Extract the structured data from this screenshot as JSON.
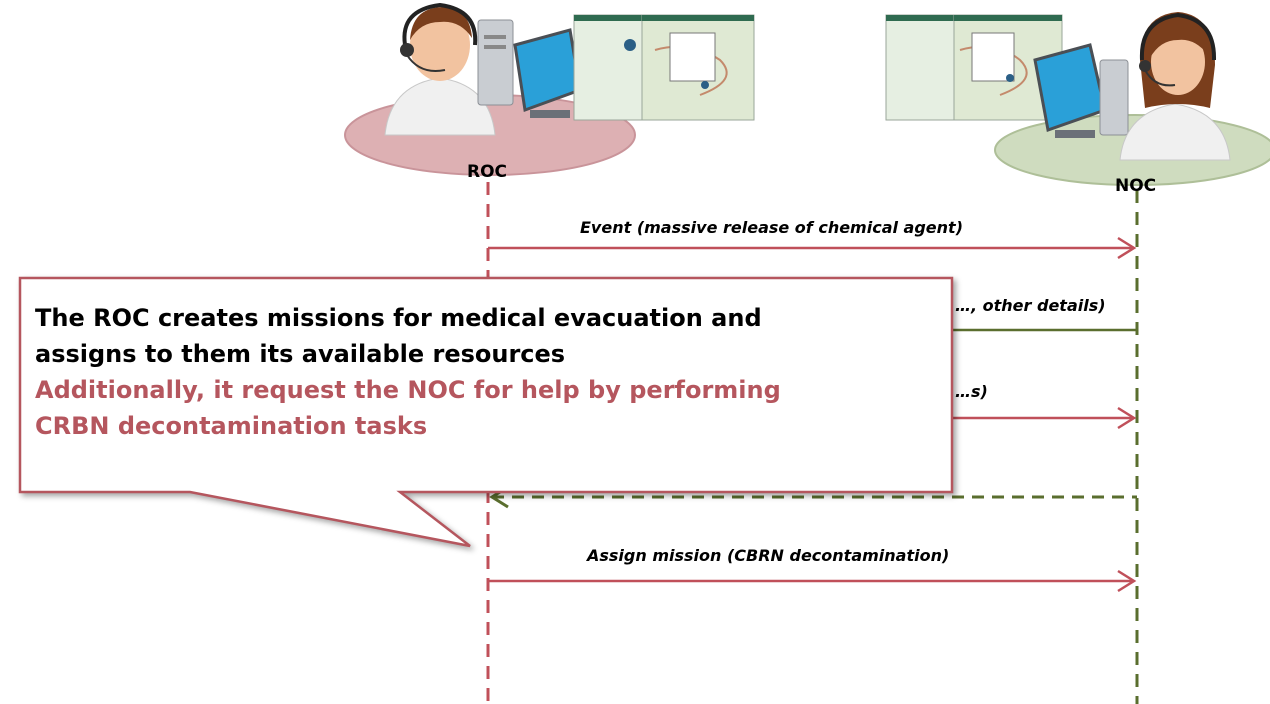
{
  "actors": {
    "roc": {
      "label": "ROC"
    },
    "noc": {
      "label": "NOC"
    }
  },
  "messages": [
    {
      "label": "Event (massive release of chemical agent)",
      "from": "ROC",
      "to": "NOC"
    },
    {
      "label": "…, other details)",
      "from": "NOC",
      "to": "ROC"
    },
    {
      "label": "…s)",
      "from": "ROC",
      "to": "NOC"
    },
    {
      "label": "",
      "from": "NOC",
      "to": "ROC"
    },
    {
      "label": "Assign mission (CBRN decontamination)",
      "from": "ROC",
      "to": "NOC"
    }
  ],
  "callout": {
    "line1": "The ROC creates missions for medical evacuation and",
    "line2": "assigns to them its available resources",
    "line3": "Additionally, it request the NOC for help by performing",
    "line4": "CRBN decontamination tasks"
  },
  "colors": {
    "roc": "#c0505a",
    "noc": "#5a6e2e",
    "callout_border": "#b5565e",
    "callout_accent": "#b5565e"
  }
}
